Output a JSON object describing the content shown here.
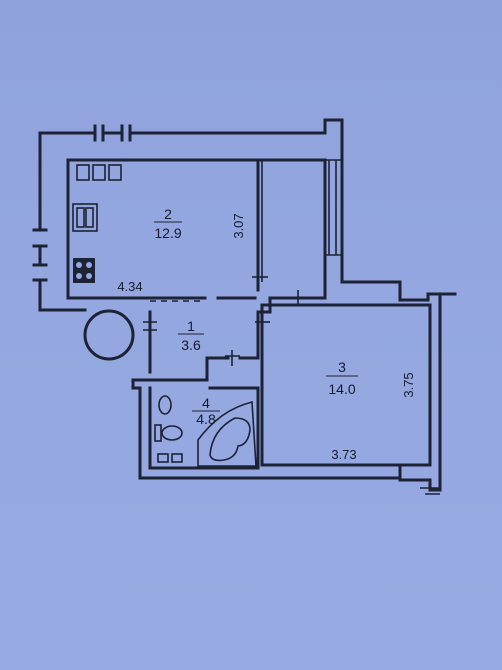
{
  "rooms": [
    {
      "number": "2",
      "area": "12.9"
    },
    {
      "number": "1",
      "area": "3.6"
    },
    {
      "number": "3",
      "area": "14.0"
    },
    {
      "number": "4",
      "area": "4.8"
    }
  ],
  "dimensions": {
    "kitchen_width": "4.34",
    "kitchen_height": "3.07",
    "room3_height": "3.75",
    "room3_width": "3.73"
  },
  "colors": {
    "paper": "#94a7e0",
    "ink": "#1d2235"
  }
}
